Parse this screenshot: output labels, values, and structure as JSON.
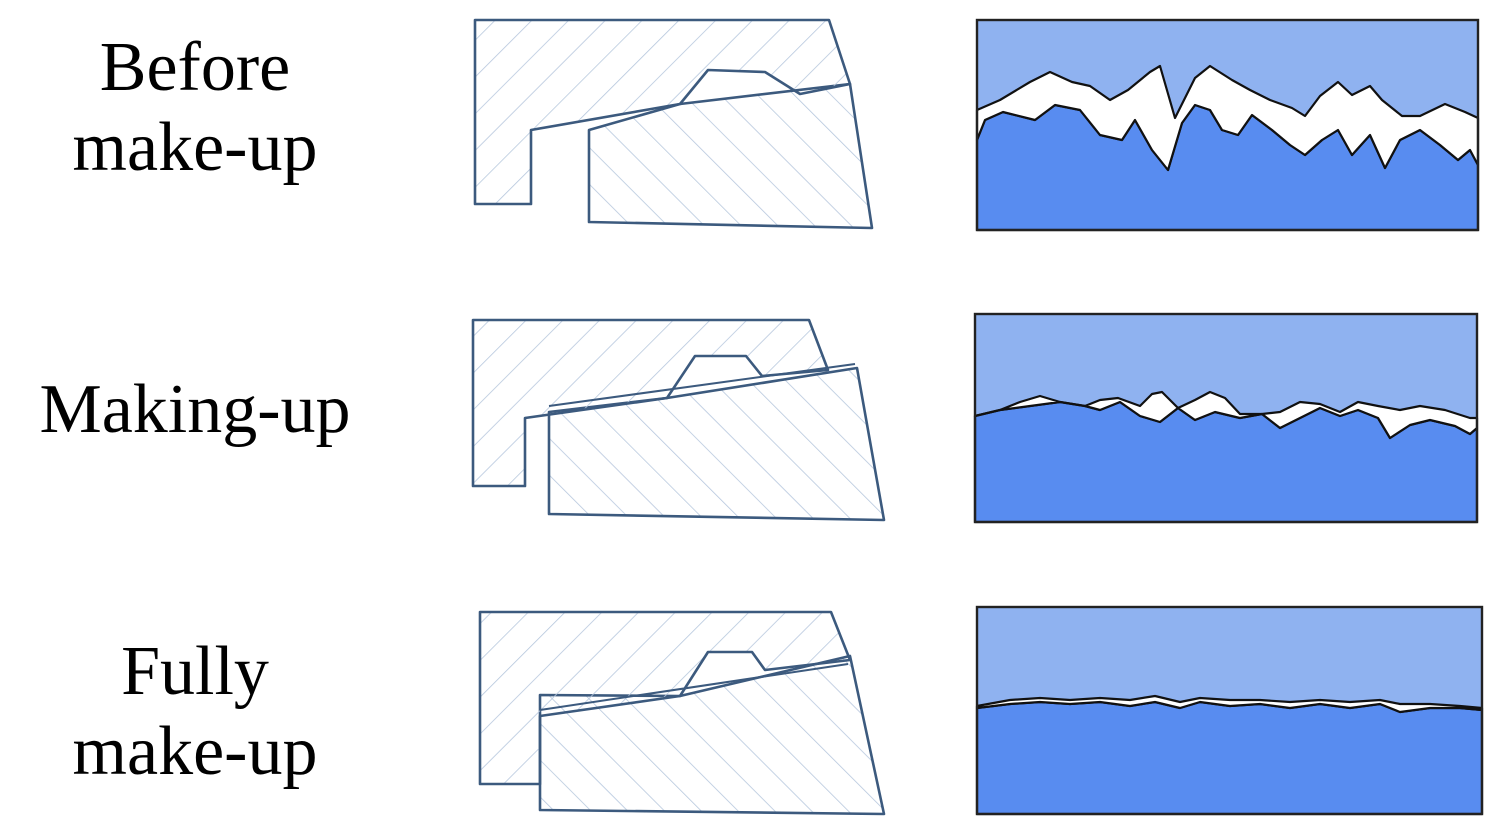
{
  "stages": [
    {
      "label_lines": [
        "Before",
        "make-up"
      ]
    },
    {
      "label_lines": [
        "Making-up"
      ]
    },
    {
      "label_lines": [
        "Fully",
        "make-up"
      ]
    }
  ],
  "colors": {
    "outline": "#3c5a7e",
    "hatch": "#b6c7dd",
    "upper_surface": "#8fb2f0",
    "lower_surface": "#588cf0",
    "gap": "#ffffff",
    "surface_line": "#111111"
  }
}
